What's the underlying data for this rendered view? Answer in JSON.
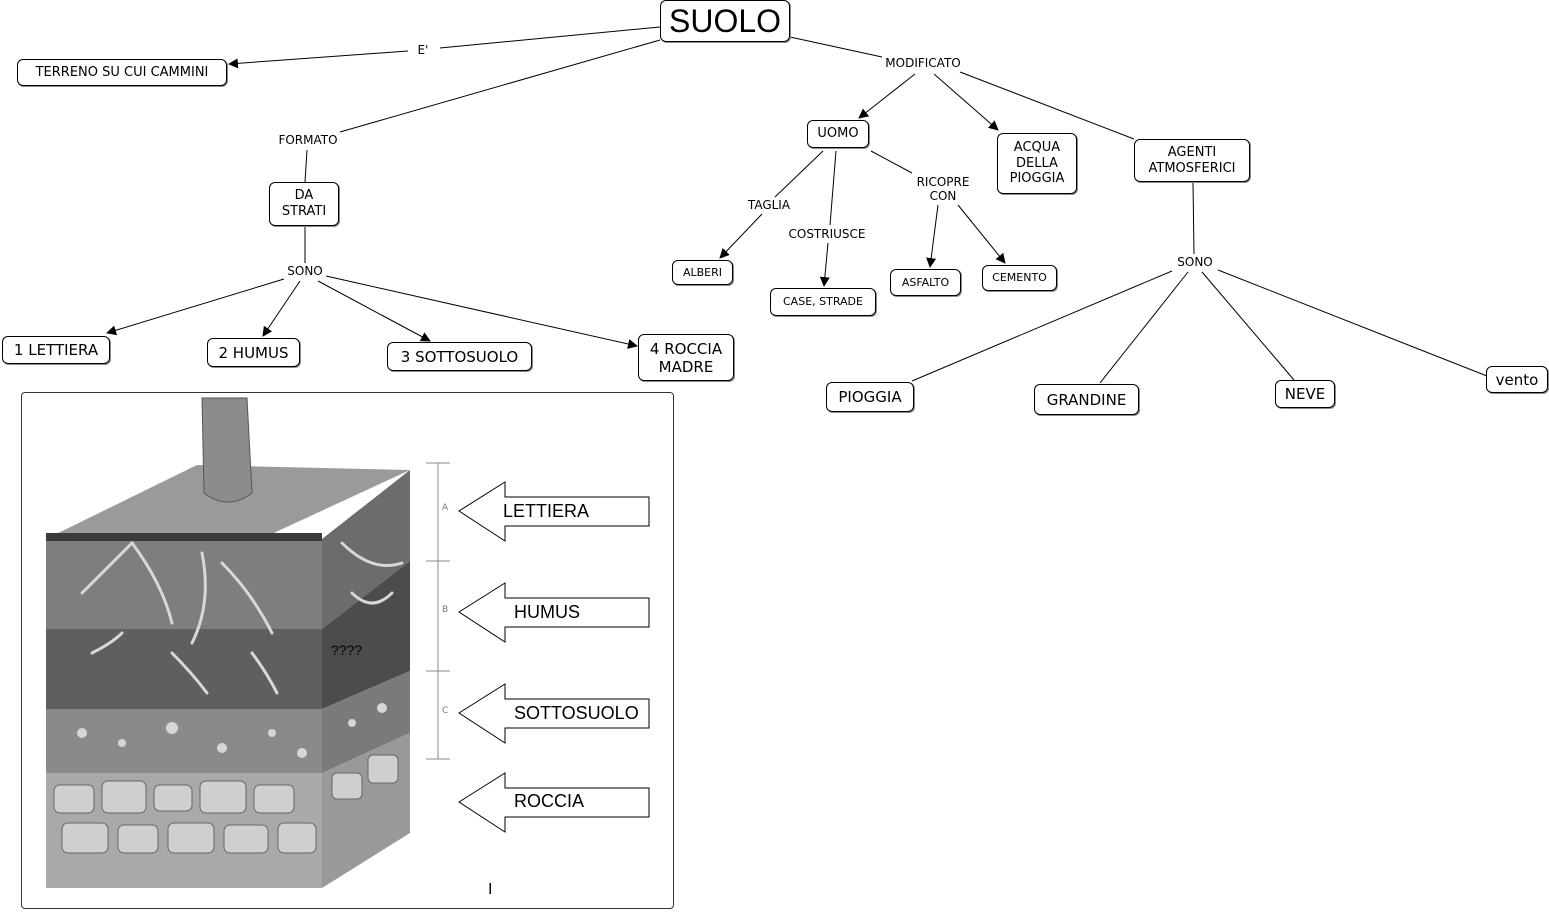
{
  "root": "SUOLO",
  "nodes": {
    "terreno": "TERRENO SU CUI CAMMINI",
    "da_strati": "DA\nSTRATI",
    "lettiera": "1 LETTIERA",
    "humus": "2 HUMUS",
    "sottosuolo": "3 SOTTOSUOLO",
    "roccia_madre": "4 ROCCIA\nMADRE",
    "uomo": "UOMO",
    "acqua": "ACQUA\nDELLA\nPIOGGIA",
    "agenti": "AGENTI\nATMOSFERICI",
    "alberi": "ALBERI",
    "case_strade": "CASE, STRADE",
    "asfalto": "ASFALTO",
    "cemento": "CEMENTO",
    "pioggia": "PIOGGIA",
    "grandine": "GRANDINE",
    "neve": "NEVE",
    "vento": "vento"
  },
  "link_labels": {
    "e": "E'",
    "formato": "FORMATO",
    "modificato": "MODIFICATO",
    "sono_strati": "SONO",
    "taglia": "TAGLIA",
    "costriusce": "COSTRIUSCE",
    "ricopre": "RICOPRE\nCON",
    "sono_agenti": "SONO"
  },
  "soil_image": {
    "arrows": [
      "LETTIERA",
      "HUMUS",
      "SOTTOSUOLO",
      "ROCCIA"
    ],
    "horizons": [
      "A",
      "B",
      "C"
    ],
    "marks": "????",
    "cursor": "I"
  }
}
